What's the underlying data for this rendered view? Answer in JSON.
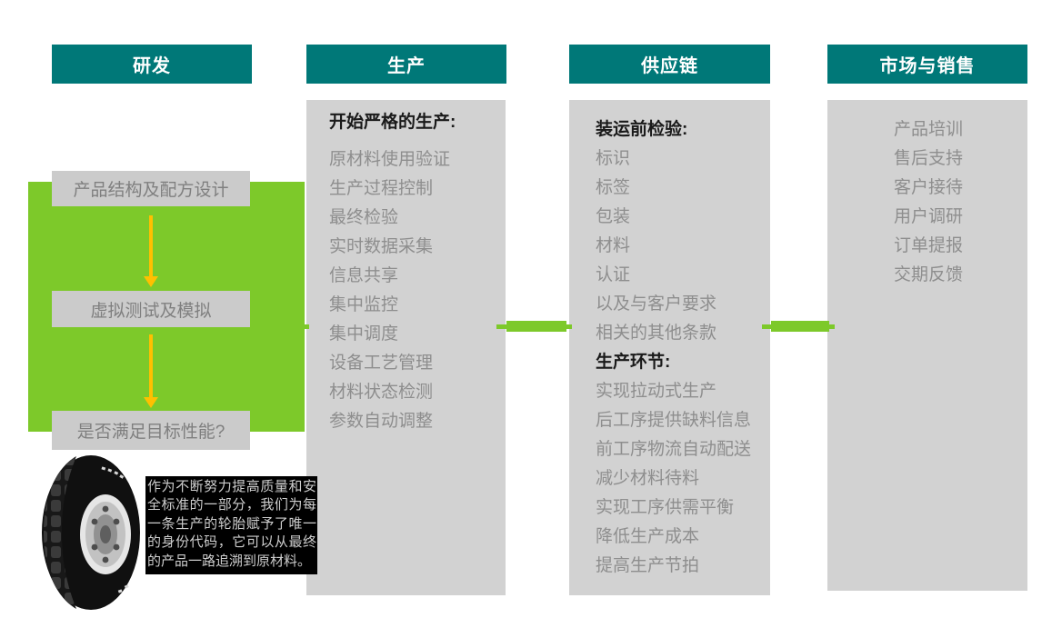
{
  "colors": {
    "header_teal": "#007878",
    "panel_gray": "#D2D2D2",
    "box_gray": "#CBCBCB",
    "accent_green": "#7DC92A",
    "arrow_yellow": "#FFC000"
  },
  "columns": [
    {
      "header": "研发",
      "boxes": [
        "产品结构及配方设计",
        "虚拟测试及模拟",
        "是否满足目标性能?"
      ]
    },
    {
      "header": "生产",
      "items": [
        {
          "text": "开始严格的生产:",
          "bold": true
        },
        {
          "text": "原材料使用验证"
        },
        {
          "text": "生产过程控制"
        },
        {
          "text": "最终检验"
        },
        {
          "text": "实时数据采集"
        },
        {
          "text": "信息共享"
        },
        {
          "text": "集中监控"
        },
        {
          "text": "集中调度"
        },
        {
          "text": "设备工艺管理"
        },
        {
          "text": "材料状态检测"
        },
        {
          "text": "参数自动调整"
        }
      ]
    },
    {
      "header": "供应链",
      "items": [
        {
          "text": "装运前检验:",
          "bold": true
        },
        {
          "text": "标识"
        },
        {
          "text": "标签"
        },
        {
          "text": "包装"
        },
        {
          "text": "材料"
        },
        {
          "text": "认证"
        },
        {
          "text": "以及与客户要求"
        },
        {
          "text": "相关的其他条款"
        },
        {
          "text": "生产环节:",
          "bold": true
        },
        {
          "text": "实现拉动式生产"
        },
        {
          "text": "后工序提供缺料信息"
        },
        {
          "text": "前工序物流自动配送"
        },
        {
          "text": "减少材料待料"
        },
        {
          "text": "实现工序供需平衡"
        },
        {
          "text": "降低生产成本"
        },
        {
          "text": "提高生产节拍"
        }
      ]
    },
    {
      "header": "市场与销售",
      "items": [
        {
          "text": "产品培训"
        },
        {
          "text": "售后支持"
        },
        {
          "text": "客户接待"
        },
        {
          "text": "用户调研"
        },
        {
          "text": "订单提报"
        },
        {
          "text": "交期反馈"
        }
      ]
    }
  ],
  "traceability_note": "作为不断努力提高质量和安全标准的一部分，我们为每一条生产的轮胎赋予了唯一的身份代码，它可以从最终的产品一路追溯到原材料。"
}
